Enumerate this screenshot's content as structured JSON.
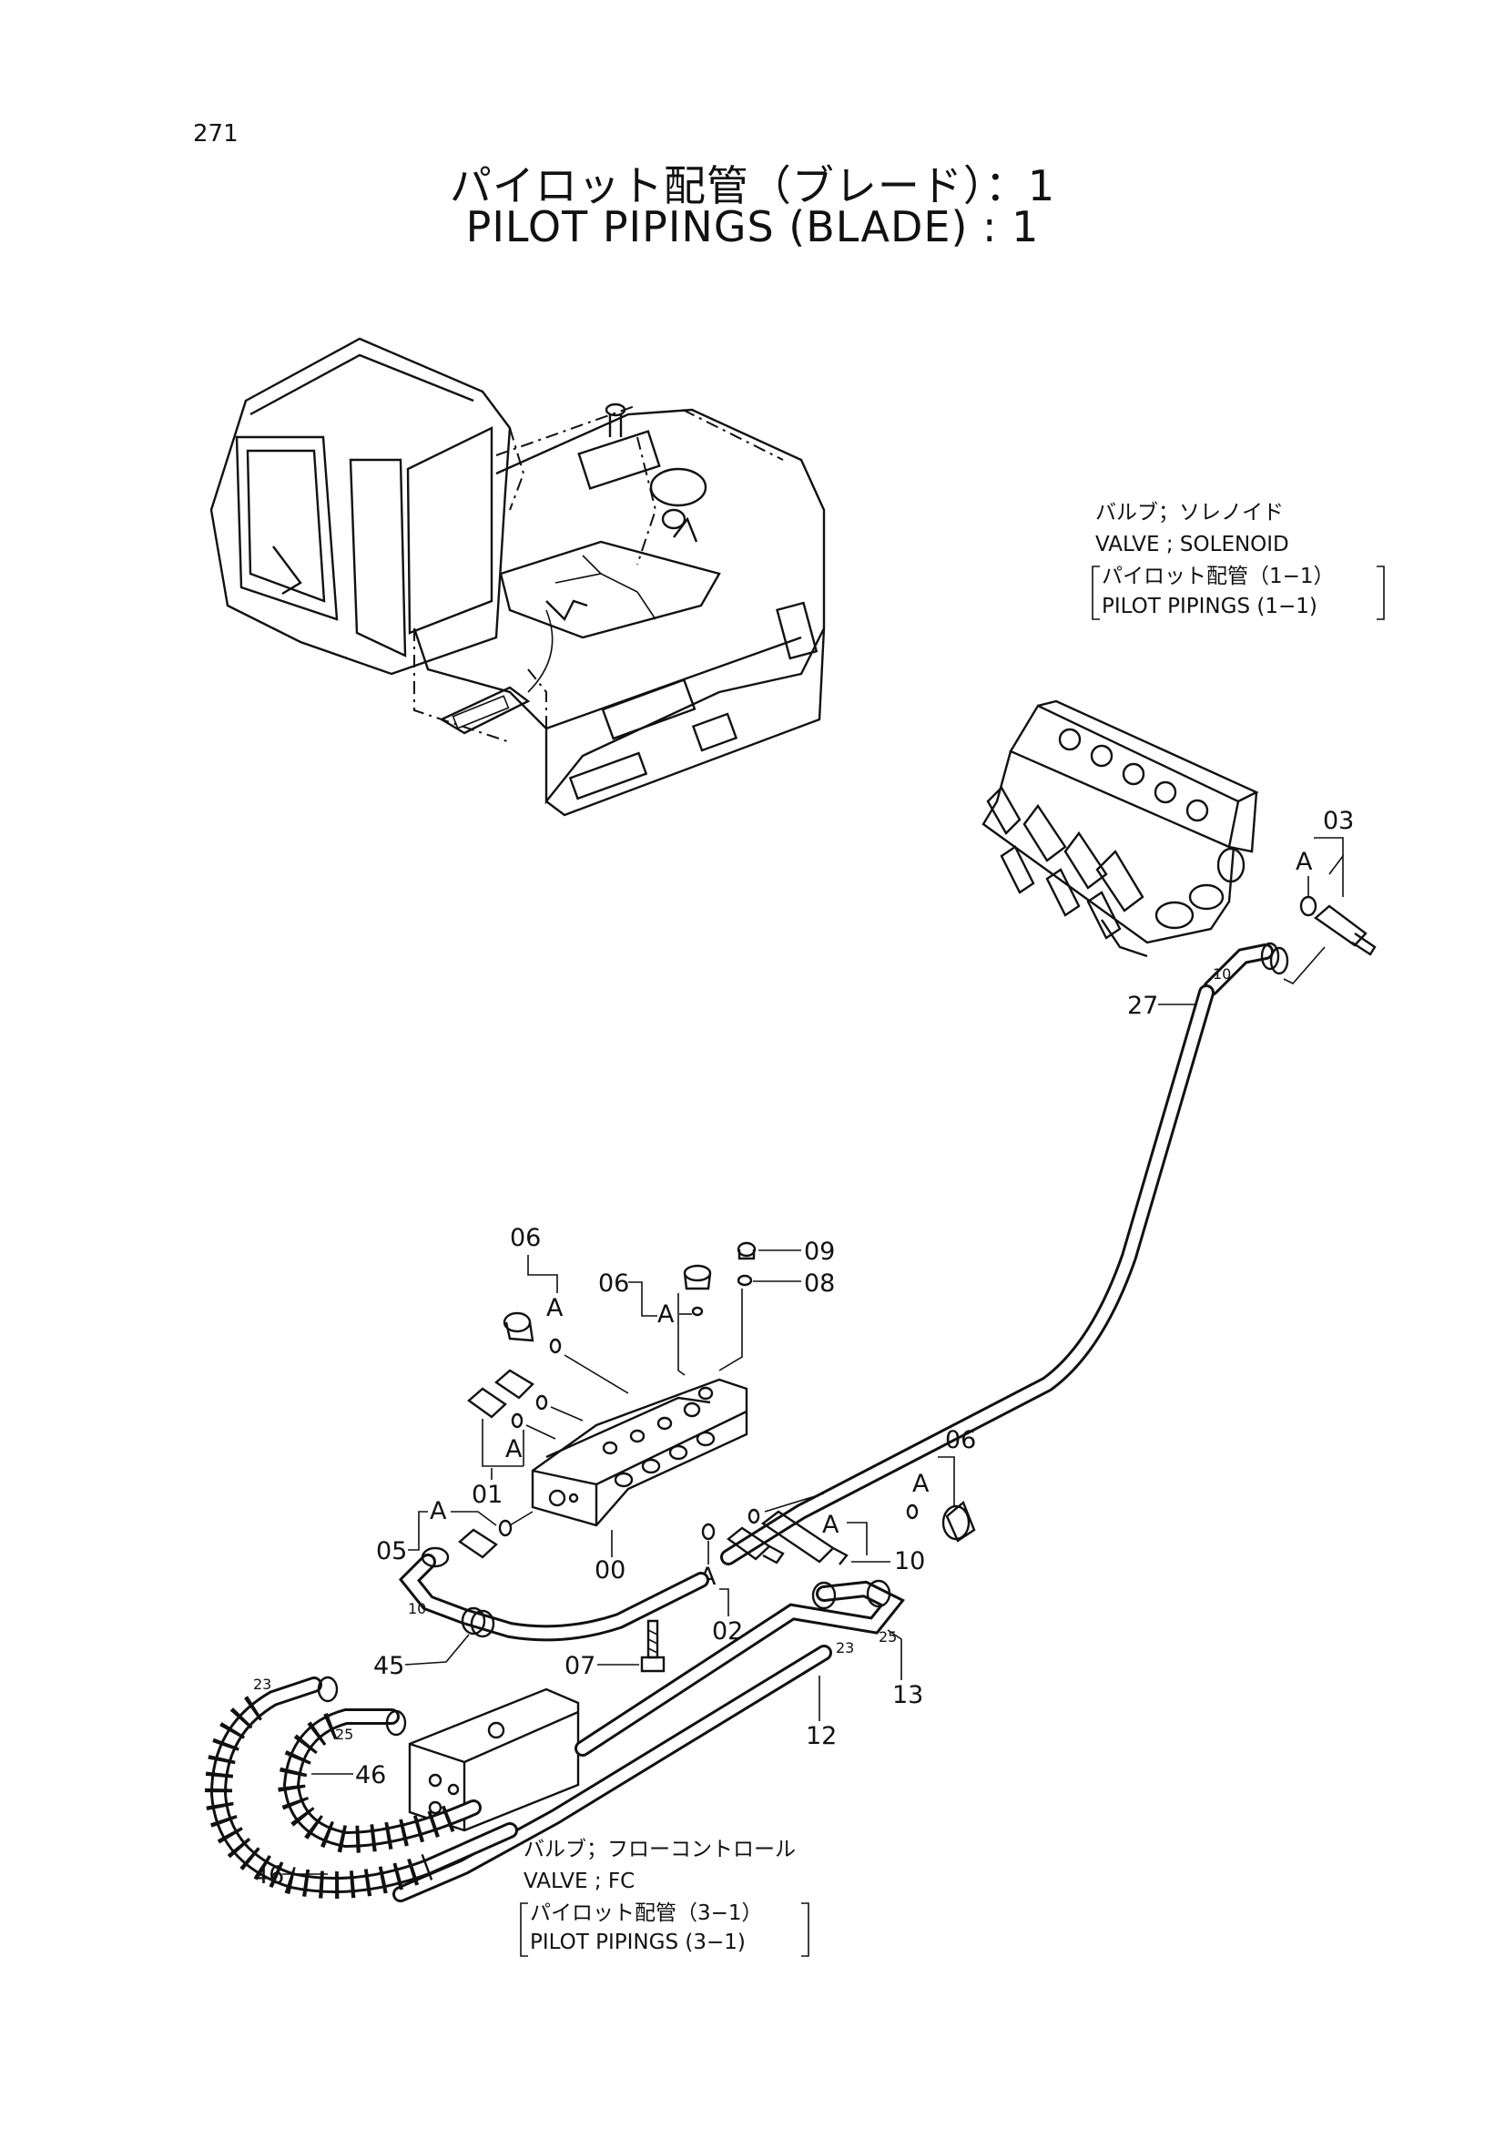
{
  "page": {
    "number": "271",
    "title_jp": "パイロット配管（ブレード）：1",
    "title_en": "PILOT PIPINGS (BLADE) : 1"
  },
  "notes": {
    "solenoid": {
      "line1": "バルブ；ソレノイド",
      "line2": "VALVE ; SOLENOID",
      "line3": "パイロット配管（1−1）",
      "line4": "PILOT  PIPINGS (1−1)"
    },
    "fc": {
      "line1": "バルブ；フローコントロール",
      "line2": "VALVE ; FC",
      "line3": "パイロット配管（3−1）",
      "line4": "PILOT  PIPINGS (3−1)"
    }
  },
  "callouts": {
    "p03": "03",
    "p27": "27",
    "p06a": "06",
    "p06b": "06",
    "p06c": "06",
    "p09": "09",
    "p08": "08",
    "p01": "01",
    "p05": "05",
    "p00": "00",
    "p10": "10",
    "p02": "02",
    "p45": "45",
    "p07": "07",
    "p13": "13",
    "p12": "12",
    "p46a": "46",
    "p46b": "46"
  },
  "small_marks": {
    "m10a": "10",
    "m10b": "10",
    "m23a": "23",
    "m23b": "23",
    "m25a": "25",
    "m25b": "25"
  },
  "markers": {
    "a1": "A",
    "a2": "A",
    "a3": "A",
    "a4": "A",
    "a5": "A",
    "a6": "A",
    "a7": "A",
    "a8": "A"
  }
}
